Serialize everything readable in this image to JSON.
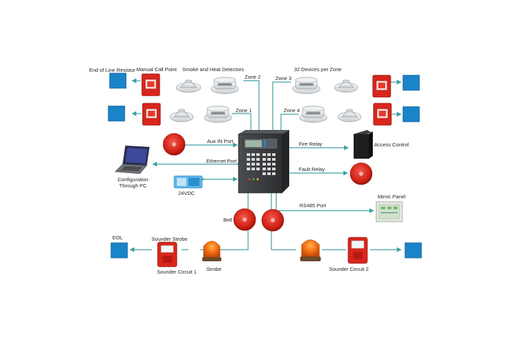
{
  "colors": {
    "connector": "#3f9fa1",
    "eol_box": "#1a84c9",
    "alarm_red": "#d9261c",
    "panel_dark": "#3a3c3e",
    "strobe_orange": "#f06a10"
  },
  "labels": {
    "end_of_line_resistor": "End of Line Resistor",
    "manual_call_point": "Manual Call Point",
    "smoke_heat_detectors": "Smoke and Heat Detectors",
    "zone2": "Zone 2",
    "devices_per_zone": "32 Devices per Zone",
    "zone3": "Zone 3",
    "zone1": "Zone 1",
    "zone4": "Zone 4",
    "aux_in_port": "Aux IN Port",
    "fire_relay": "Fire Relay",
    "access_control": "Access Control",
    "ethernet_port": "Ethernet Port",
    "configuration_line1": "Configuration",
    "configuration_line2": "Through PC",
    "fault_relay": "Fault Relay",
    "power_24vdc": "24VDC",
    "rs485_port": "RS485 Port",
    "mimic_panel": "Mimic Panel",
    "bell": "Bell",
    "eol": "EOL",
    "sounder_strobe": "Sounder Strobe",
    "sounder_circuit1": "Sounder Circuit 1",
    "strobe": "Strobe",
    "sounder_circuit2": "Sounder Circuit 2"
  }
}
